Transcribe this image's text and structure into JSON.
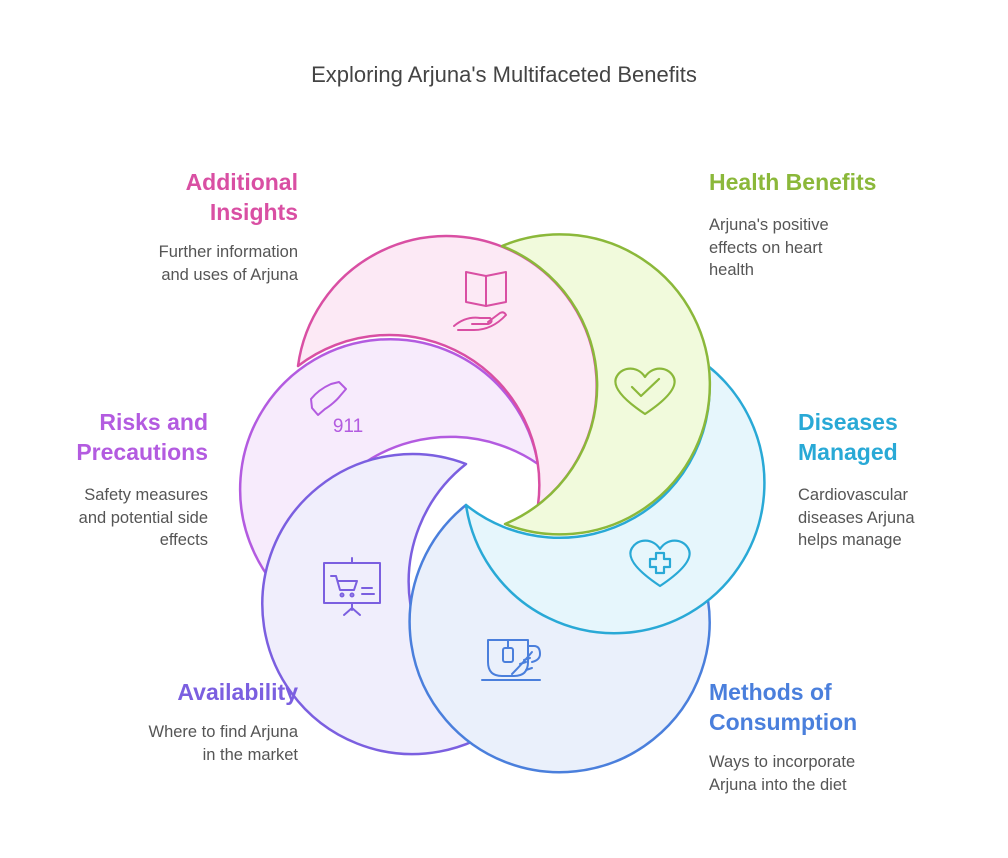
{
  "title": "Exploring Arjuna's Multifaceted Benefits",
  "segments": [
    {
      "id": "additional",
      "heading": "Additional\nInsights",
      "desc": "Further information\nand uses of Arjuna",
      "color": "#d94fa3",
      "fill": "#fce9f5",
      "icon": "book-hand-icon"
    },
    {
      "id": "health",
      "heading": "Health Benefits",
      "desc": "Arjuna's positive\neffects on heart\nhealth",
      "color": "#8bb83a",
      "fill": "#f1fadc",
      "icon": "heart-check-icon"
    },
    {
      "id": "diseases",
      "heading": "Diseases\nManaged",
      "desc": "Cardiovascular\ndiseases Arjuna\nhelps manage",
      "color": "#29a9d6",
      "fill": "#e6f6fc",
      "icon": "heart-plus-icon"
    },
    {
      "id": "methods",
      "heading": "Methods of\nConsumption",
      "desc": "Ways to incorporate\nArjuna into the diet",
      "color": "#4a7fdc",
      "fill": "#eaf0fb",
      "icon": "herbal-tea-icon"
    },
    {
      "id": "availability",
      "heading": "Availability",
      "desc": "Where to find Arjuna\nin the market",
      "color": "#7b5fe0",
      "fill": "#f0eefc",
      "icon": "cart-board-icon"
    },
    {
      "id": "risks",
      "heading": "Risks and\nPrecautions",
      "desc": "Safety measures\nand potential side\neffects",
      "color": "#b35be0",
      "fill": "#f7ebfc",
      "icon": "phone-911-icon"
    }
  ],
  "icon_text": {
    "emergency": "911"
  }
}
